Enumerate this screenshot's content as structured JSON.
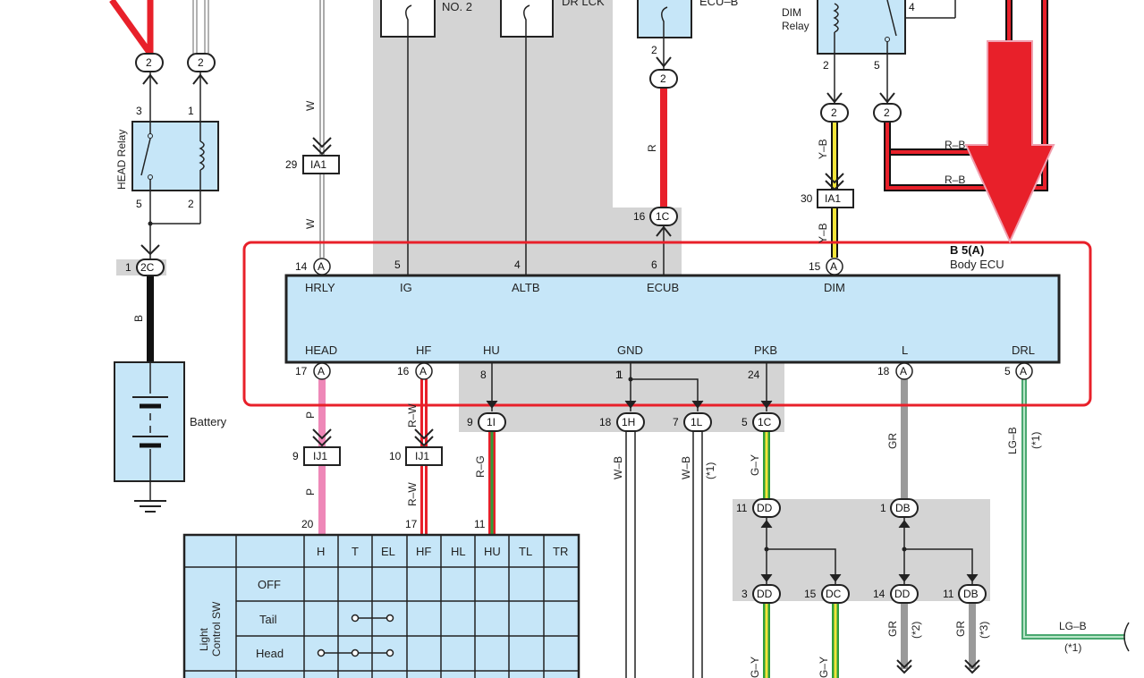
{
  "ecu": {
    "code": "B 5(A)",
    "name": "Body ECU",
    "top_pins": [
      {
        "label": "HRLY",
        "num": "14",
        "conn": "A"
      },
      {
        "label": "IG",
        "num": "5"
      },
      {
        "label": "ALTB",
        "num": "4"
      },
      {
        "label": "ECUB",
        "num": "6"
      },
      {
        "label": "DIM",
        "num": "15",
        "conn": "A"
      }
    ],
    "bottom_pins": [
      {
        "label": "HEAD",
        "num": "17",
        "conn": "A"
      },
      {
        "label": "HF",
        "num": "16",
        "conn": "A"
      },
      {
        "label": "HU",
        "num": "8"
      },
      {
        "label": "GND",
        "num": "1"
      },
      {
        "label": "PKB",
        "num": "24"
      },
      {
        "label": "L",
        "num": "18",
        "conn": "A"
      },
      {
        "label": "DRL",
        "num": "5",
        "conn": "A"
      }
    ]
  },
  "head_relay": {
    "label": "HEAD Relay",
    "pin3": "3",
    "pin1": "1",
    "pin5": "5",
    "pin2": "2"
  },
  "dim_relay": {
    "label1": "DIM",
    "label2": "Relay",
    "pin2": "2",
    "pin4": "4",
    "pin5": "5"
  },
  "fuses": {
    "no2": "NO. 2",
    "drlck": "DR LCK",
    "ecub": "ECU–B"
  },
  "battery": {
    "label": "Battery"
  },
  "connectors": {
    "c2": "2",
    "c2c": "2C",
    "c2c_pin": "1",
    "c1c": "1C",
    "c1c_pin": "16",
    "ia1": "IA1",
    "ia1_pin": "29",
    "ia1b": "IA1",
    "ia1b_pin": "30",
    "ij1": "IJ1",
    "ij1_pin": "9",
    "ij1b_pin": "10",
    "c1i": "1I",
    "c1i_pin": "9",
    "c1h": "1H",
    "c1h_pin": "18",
    "c1l": "1L",
    "c1l_pin": "7",
    "c1c2": "1C",
    "c1c2_pin": "5",
    "dd": "DD",
    "dd_pin": "11",
    "db": "DB",
    "db_pin": "1",
    "dd2_pin": "3",
    "dc": "DC",
    "dc_pin": "15",
    "dd3_pin": "14",
    "db2_pin": "11",
    "fuse_pin": "2",
    "dim_pin": "4",
    "num20": "20",
    "num17": "17",
    "num11": "11",
    "pin1": "1"
  },
  "wires": {
    "W": "W",
    "R": "R",
    "YB": "Y–B",
    "RB": "R–B",
    "B": "B",
    "P": "P",
    "RW": "R–W",
    "RG": "R–G",
    "WB": "W–B",
    "GY": "G–Y",
    "GR": "GR",
    "LGB": "LG–B",
    "star1": "(*1)",
    "star2": "(*2)",
    "star3": "(*3)",
    "sy1": "G–Y",
    "sy2": "G–Y",
    "star_a": "(*1)",
    "star_b": "(*1)"
  },
  "switch": {
    "label1": "Light",
    "label2": "Control SW",
    "columns": [
      "H",
      "T",
      "EL",
      "HF",
      "HL",
      "HU",
      "TL",
      "TR"
    ],
    "rows": [
      "OFF",
      "Tail",
      "Head"
    ]
  },
  "colors": {
    "red": "#e8202a",
    "yellow": "#f2e53a",
    "green": "#2e9e3a",
    "pink": "#ee88b8",
    "gray": "#9a9a9a",
    "lgreen": "#7cc79a",
    "blue_fill": "#c6e6f8",
    "shade": "#d4d4d4"
  }
}
